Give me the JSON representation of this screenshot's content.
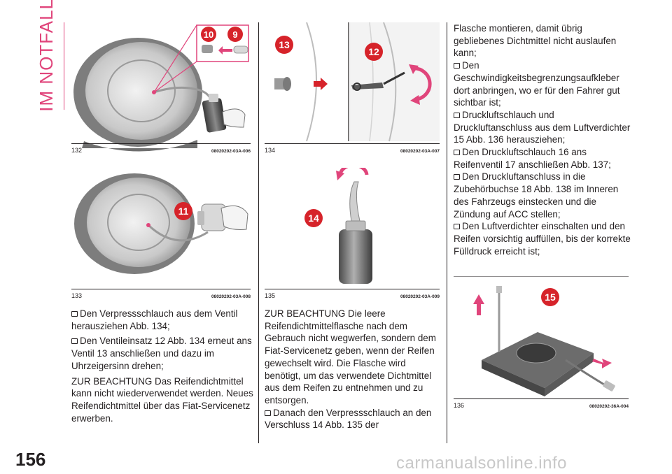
{
  "section_title": "IM NOTFALL",
  "page_number": "156",
  "watermark": "carmanualsonline.info",
  "figures": {
    "f132": {
      "number": "132",
      "code": "08020202-03A-006",
      "callouts": [
        "10",
        "9"
      ]
    },
    "f133": {
      "number": "133",
      "code": "08020202-03A-008",
      "callouts": [
        "11"
      ]
    },
    "f134": {
      "number": "134",
      "code": "08020202-03A-007",
      "callouts": [
        "13",
        "12"
      ]
    },
    "f135": {
      "number": "135",
      "code": "08020202-03A-009",
      "callouts": [
        "14"
      ]
    },
    "f136": {
      "number": "136",
      "code": "08020202-36A-004",
      "callouts": [
        "15"
      ]
    }
  },
  "col1": {
    "p1": "Den Verpressschlauch aus dem Ventil herausziehen Abb. 134;",
    "p2": "Den Ventileinsatz 12 Abb. 134 erneut ans Ventil 13 anschließen und dazu im Uhrzeigersinn drehen;",
    "p3": "ZUR BEACHTUNG Das Reifendichtmittel kann nicht wiederverwendet werden. Neues Reifendichtmittel über das Fiat-Servicenetz erwerben."
  },
  "col2": {
    "p1": "ZUR BEACHTUNG Die leere Reifendichtmittelflasche nach dem Gebrauch nicht wegwerfen, sondern dem Fiat-Servicenetz geben, wenn der Reifen gewechselt wird. Die Flasche wird benötigt, um das verwendete Dichtmittel aus dem Reifen zu entnehmen und zu entsorgen.",
    "p2": "Danach den Verpressschlauch an den Verschluss 14 Abb. 135 der"
  },
  "col3": {
    "p0": "Flasche montieren, damit übrig gebliebenes Dichtmittel nicht auslaufen kann;",
    "p1": "Den Geschwindigkeitsbegrenzungsaufkleber dort anbringen, wo er für den Fahrer gut sichtbar ist;",
    "p2": "Druckluftschlauch und Druckluftanschluss aus dem Luftverdichter 15 Abb. 136 herausziehen;",
    "p3": "Den Druckluftschlauch 16 ans Reifenventil 17 anschließen Abb. 137;",
    "p4": "Den Druckluftanschluss in die Zubehörbuchse 18 Abb. 138 im Inneren des Fahrzeugs einstecken und die Zündung auf ACC stellen;",
    "p5": "Den Luftverdichter einschalten und den Reifen vorsichtig auffüllen, bis der korrekte Fülldruck erreicht ist;"
  },
  "colors": {
    "accent": "#e0457b",
    "callout": "#d6232a",
    "text": "#231f20"
  }
}
